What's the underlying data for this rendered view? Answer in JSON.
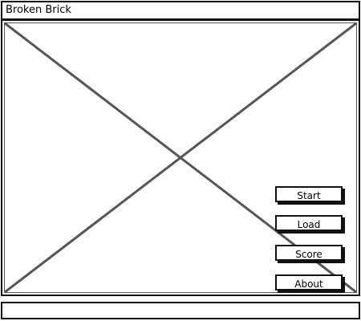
{
  "window": {
    "title": "Broken Brick"
  },
  "game_area": {
    "placeholder": "image-placeholder-icon"
  },
  "menu": {
    "start_label": "Start",
    "load_label": "Load",
    "score_label": "Score",
    "about_label": "About"
  },
  "status_bar": {
    "text": ""
  }
}
